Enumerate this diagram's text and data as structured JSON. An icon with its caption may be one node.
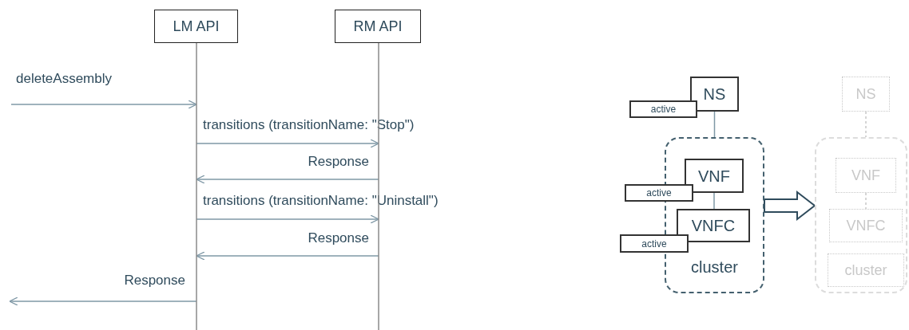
{
  "diagram": {
    "nodes": [
      {
        "text": [
          "LM API"
        ]
      },
      {
        "text": [
          "RM API"
        ]
      },
      {
        "text": [
          "NS"
        ]
      },
      {
        "text": [
          "active"
        ]
      },
      {
        "text": [
          "cluster"
        ]
      },
      {
        "text": [
          "VNF"
        ],
        "in": 4
      },
      {
        "text": [
          "active"
        ]
      },
      {
        "text": [
          "VNFC"
        ],
        "in": 4
      },
      {
        "text": [
          "active"
        ]
      },
      {
        "text": [
          "NS"
        ]
      },
      {
        "text": [],
        "shape": "box"
      },
      {
        "text": [
          "VNF"
        ],
        "in": 10
      },
      {
        "text": [
          "VNFC"
        ],
        "in": 10
      },
      {
        "text": [
          "cluster"
        ],
        "in": 10
      }
    ],
    "edges": [
      {
        "from": null,
        "to": 0,
        "arrow": "to",
        "label": "deleteAssembly"
      },
      {
        "from": 0,
        "to": 1,
        "arrow": "to",
        "label": "transitions (transitionName: \"Stop\")"
      },
      {
        "from": 1,
        "to": 0,
        "arrow": "to",
        "label": "Response"
      },
      {
        "from": 0,
        "to": 1,
        "arrow": "to",
        "label": "transitions (transitionName: \"Uninstall\")"
      },
      {
        "from": 1,
        "to": 0,
        "arrow": "to",
        "label": "Response"
      },
      {
        "from": 0,
        "to": null,
        "arrow": "to",
        "label": "Response"
      },
      {
        "from": 2,
        "to": 4,
        "arrow": "none"
      },
      {
        "from": 5,
        "to": 7,
        "arrow": "none"
      },
      {
        "from": 4,
        "to": 10,
        "arrow": "to",
        "style": "thick",
        "color": "#2f4b5c"
      },
      {
        "from": 9,
        "to": 10,
        "arrow": "none",
        "style": "dashed",
        "color": "#c8c8c8"
      },
      {
        "from": 11,
        "to": 12,
        "arrow": "none",
        "style": "dashed",
        "color": "#c8c8c8"
      }
    ]
  }
}
